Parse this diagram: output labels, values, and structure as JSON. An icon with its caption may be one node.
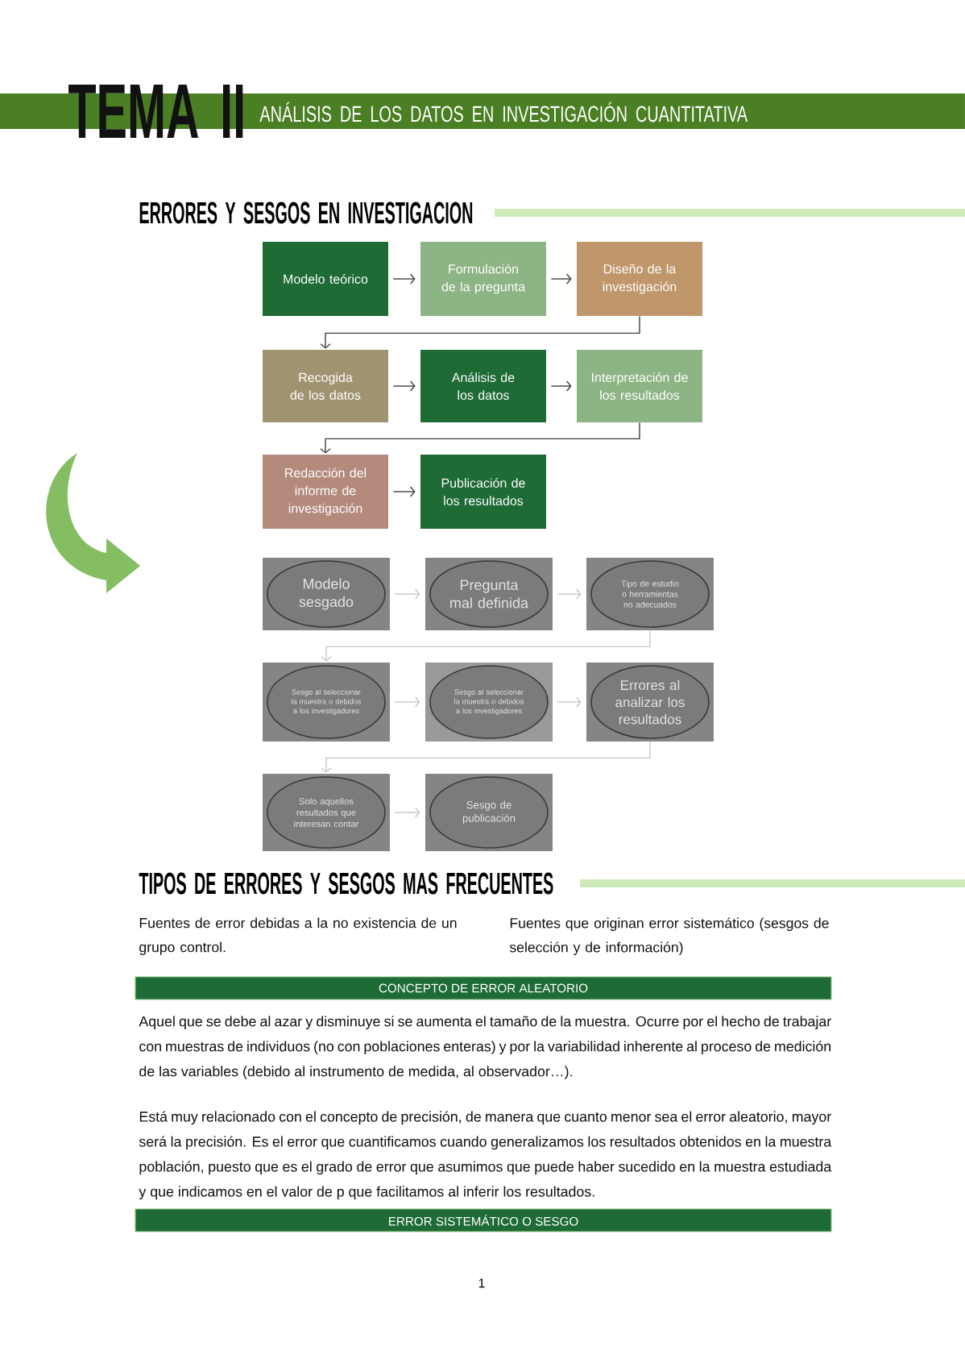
{
  "diagram": {
    "title": "ANÁLISIS DE LOS DATOS EN INVESTIGACIÓN CUANTITATIVA",
    "nodes": [
      {
        "text": [
          "Modelo teórico"
        ]
      },
      {
        "text": [
          "Formulación de la pregunta"
        ]
      },
      {
        "text": [
          "Diseño de la investigación"
        ]
      },
      {
        "text": [
          "Recogida de los datos"
        ]
      },
      {
        "text": [
          "Análisis de los datos"
        ]
      },
      {
        "text": [
          "Interpretación de los resultados"
        ]
      },
      {
        "text": [
          "Redacción del informe de investigación"
        ]
      },
      {
        "text": [
          "Publicación de los resultados"
        ]
      },
      {
        "text": [
          "Modelo sesgado"
        ]
      },
      {
        "text": [
          "Pregunta mal definida"
        ]
      },
      {
        "text": [
          "Tipo de estudio o herramientas no adecuados"
        ]
      },
      {
        "text": [
          "Sesgo al seleccionar la muestra o debidos a los investigadores"
        ]
      },
      {
        "text": [
          "Sesgo al seleccionar la muestra o debidos a los investigadores"
        ]
      },
      {
        "text": [
          "Errores al analizar los resultados"
        ]
      },
      {
        "text": [
          "Solo aquellos resultados que interesan contar"
        ]
      },
      {
        "text": [
          "Sesgo de publicación"
        ]
      },
      {
        "text": [
          "CONCEPTO DE ERROR ALEATORIO"
        ]
      },
      {
        "text": [
          "ERROR SISTEMÁTICO O SESGO"
        ]
      }
    ],
    "edges": [
      {
        "from": 0,
        "to": 1,
        "arrow": "to"
      },
      {
        "from": 1,
        "to": 2,
        "arrow": "to"
      },
      {
        "from": 2,
        "to": 3,
        "arrow": "to"
      },
      {
        "from": 3,
        "to": 4,
        "arrow": "to"
      },
      {
        "from": 4,
        "to": 5,
        "arrow": "to"
      },
      {
        "from": 5,
        "to": 6,
        "arrow": "to"
      },
      {
        "from": 6,
        "to": 7,
        "arrow": "to"
      },
      {
        "from": 8,
        "to": 9,
        "arrow": "to",
        "color": "#c6c6c6"
      },
      {
        "from": 9,
        "to": 10,
        "arrow": "to",
        "color": "#c6c6c6"
      },
      {
        "from": 10,
        "to": 11,
        "arrow": "to",
        "color": "#c6c6c6"
      },
      {
        "from": 11,
        "to": 12,
        "arrow": "to",
        "color": "#c6c6c6"
      },
      {
        "from": 12,
        "to": 13,
        "arrow": "to",
        "color": "#c6c6c6"
      },
      {
        "from": 13,
        "to": 14,
        "arrow": "to",
        "color": "#c6c6c6"
      },
      {
        "from": 14,
        "to": 15,
        "arrow": "to",
        "color": "#c6c6c6"
      }
    ],
    "labels": [
      "TEMA II",
      "ERRORES Y SESGOS EN INVESTIGACION",
      "TIPOS DE ERRORES Y SESGOS MAS FRECUENTES",
      "Fuentes de error debidas a la no existencia de un grupo control.",
      "Fuentes que originan error sistemático (sesgos de selección y de información)",
      "Aquel que se debe al azar y disminuye si se aumenta el tamaño de la muestra. Ocurre por el hecho de trabajar con muestras de individuos (no con poblaciones enteras) y por la variabilidad inherente al proceso de medición de las variables (debido al instrumento de medida, al observador…).",
      "Está muy relacionado con el concepto de precisión, de manera que cuanto menor sea el error aleatorio, mayor será la precisión. Es el error que cuantificamos cuando generalizamos los resultados obtenidos en la muestra población, puesto que es el grado de error que asumimos que puede haber sucedido en la muestra estudiada y que indicamos en el valor de p que facilitamos al inferir los resultados.",
      "1"
    ]
  }
}
